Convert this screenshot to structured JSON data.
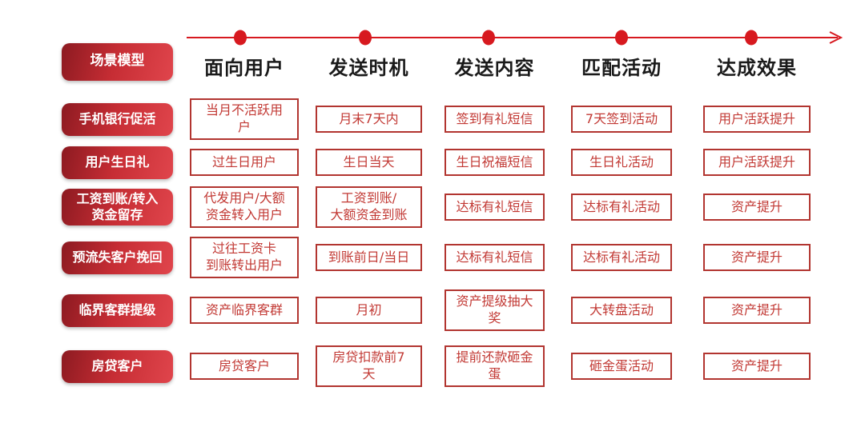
{
  "colors": {
    "accent_dark": "#8c1a21",
    "accent": "#c62d34",
    "accent_bright": "#e0454c",
    "timeline": "#d7191f",
    "cell_border": "#b23530",
    "cell_text": "#c23934",
    "header_text": "#1a1a1a"
  },
  "header": {
    "legend_label": "场景模型",
    "columns": [
      {
        "label": "面向用户"
      },
      {
        "label": "发送时机"
      },
      {
        "label": "发送内容"
      },
      {
        "label": "匹配活动"
      },
      {
        "label": "达成效果"
      }
    ]
  },
  "rows": [
    {
      "label": "手机银行促活",
      "cells": [
        "当月不活跃用\n户",
        "月末7天内",
        "签到有礼短信",
        "7天签到活动",
        "用户活跃提升"
      ]
    },
    {
      "label": "用户生日礼",
      "cells": [
        "过生日用户",
        "生日当天",
        "生日祝福短信",
        "生日礼活动",
        "用户活跃提升"
      ]
    },
    {
      "label": "工资到账/转入\n资金留存",
      "cells": [
        "代发用户/大额\n资金转入用户",
        "工资到账/\n大额资金到账",
        "达标有礼短信",
        "达标有礼活动",
        "资产提升"
      ]
    },
    {
      "label": "预流失客户挽回",
      "cells": [
        "过往工资卡\n到账转出用户",
        "到账前日/当日",
        "达标有礼短信",
        "达标有礼活动",
        "资产提升"
      ]
    },
    {
      "label": "临界客群提级",
      "cells": [
        "资产临界客群",
        "月初",
        "资产提级抽大\n奖",
        "大转盘活动",
        "资产提升"
      ]
    },
    {
      "label": "房贷客户",
      "cells": [
        "房贷客户",
        "房贷扣款前7\n天",
        "提前还款砸金\n蛋",
        "砸金蛋活动",
        "资产提升"
      ]
    }
  ]
}
